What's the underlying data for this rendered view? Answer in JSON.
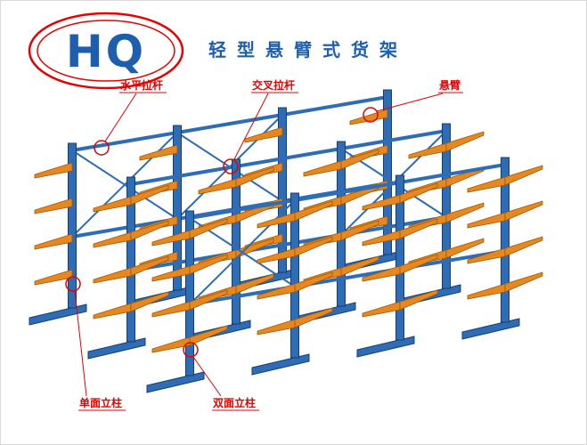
{
  "title": {
    "text": "轻型悬臂式货架"
  },
  "logo": {
    "text": "HQ"
  },
  "labels": {
    "horizontal_tie": "水平拉杆",
    "cross_tie": "交叉拉杆",
    "arm": "悬臂",
    "single_column": "单面立柱",
    "double_column": "双面立柱"
  },
  "colors": {
    "title_blue": "#1d5fae",
    "frame_blue": "#2e6cb5",
    "frame_blue_dark": "#173f6e",
    "arm_orange": "#e6871f",
    "arm_orange_dark": "#9c5a0a",
    "marker_red": "#e60000",
    "logo_ring_red": "#e60000",
    "logo_blue": "#1d5fae"
  }
}
